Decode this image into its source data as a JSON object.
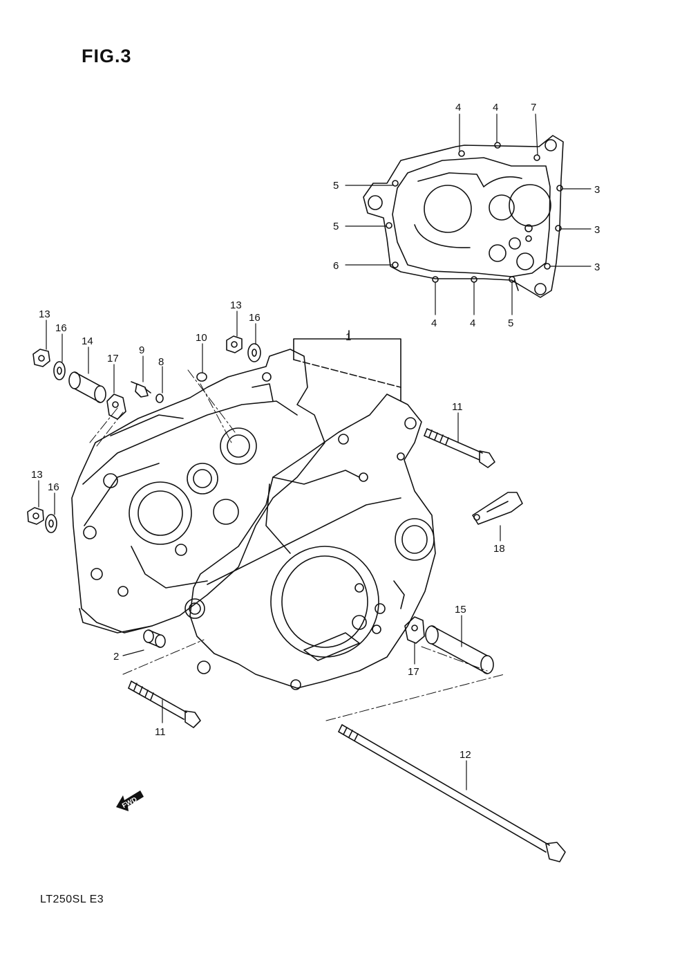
{
  "figure_title": "FIG.3",
  "model_label": "LT250SL  E3",
  "fwd_label": "FWD",
  "callouts": [
    "1",
    "2",
    "3",
    "4",
    "5",
    "6",
    "7",
    "8",
    "9",
    "10",
    "11",
    "12",
    "13",
    "14",
    "15",
    "16",
    "17",
    "18"
  ]
}
